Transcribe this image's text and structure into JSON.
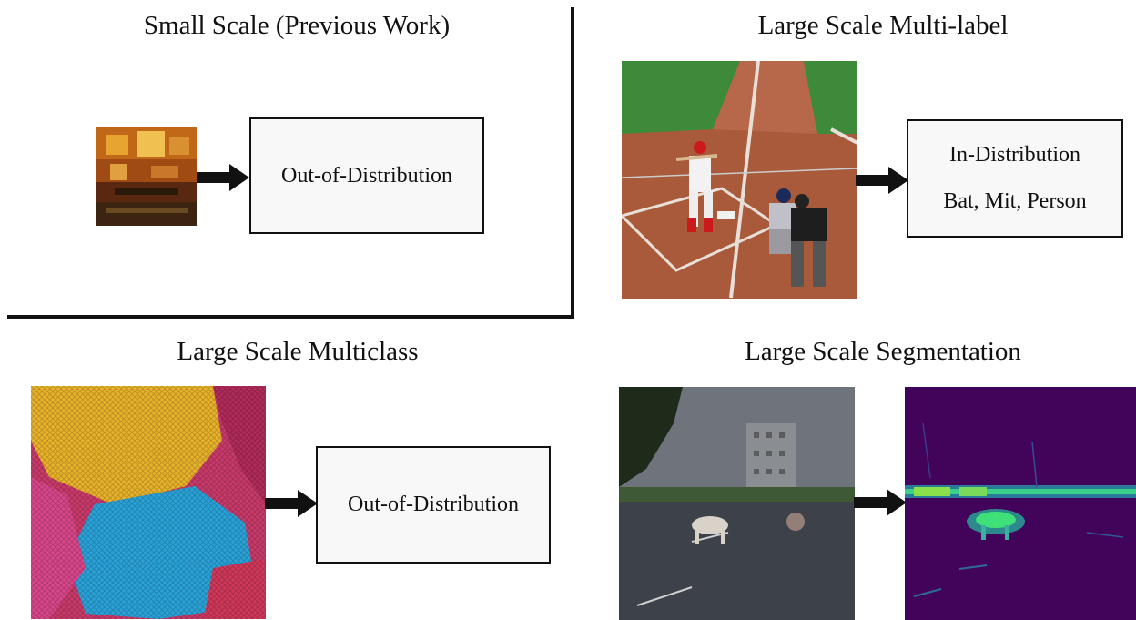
{
  "panels": {
    "small_scale": {
      "title": "Small Scale (Previous Work)",
      "output": "Out-of-Distribution"
    },
    "multilabel": {
      "title": "Large Scale Multi-label",
      "output_line1": "In-Distribution",
      "output_line2": "Bat, Mit, Person"
    },
    "multiclass": {
      "title": "Large Scale Multiclass",
      "output": "Out-of-Distribution"
    },
    "segmentation": {
      "title": "Large Scale Segmentation"
    }
  },
  "colors": {
    "box_fill": "#f8f8f8",
    "border": "#111111",
    "seg_background": "#41045a",
    "seg_highlight": "#3fe07a"
  },
  "icons": [
    "arrow-right-icon"
  ]
}
